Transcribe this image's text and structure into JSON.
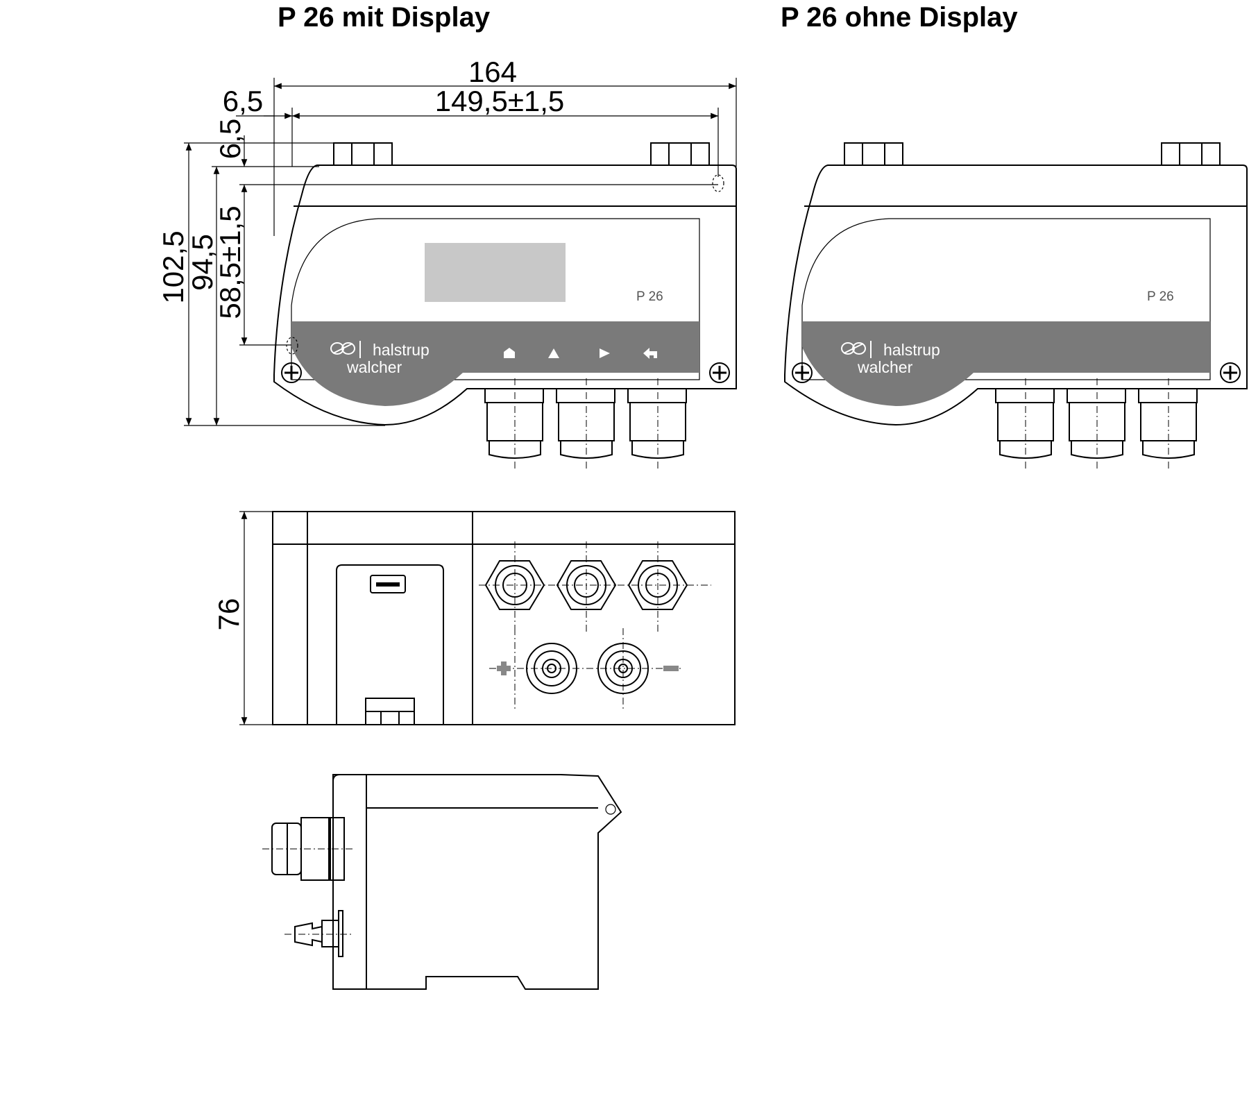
{
  "titles": {
    "with_display": "P 26 mit Display",
    "without_display": "P 26 ohne Display"
  },
  "dimensions": {
    "overall_width": "164",
    "mount_width": "149,5±1,5",
    "side_offset": "6,5",
    "top_offset": "6,5",
    "overall_height": "102,5",
    "body_height": "94,5",
    "mount_height": "58,5±1,5",
    "depth": "76"
  },
  "device": {
    "brand_line1": "halstrup",
    "brand_line2": "walcher",
    "model": "P 26"
  },
  "colors": {
    "panel_gray": "#7a7a7a",
    "display_gray": "#c8c8c8"
  }
}
